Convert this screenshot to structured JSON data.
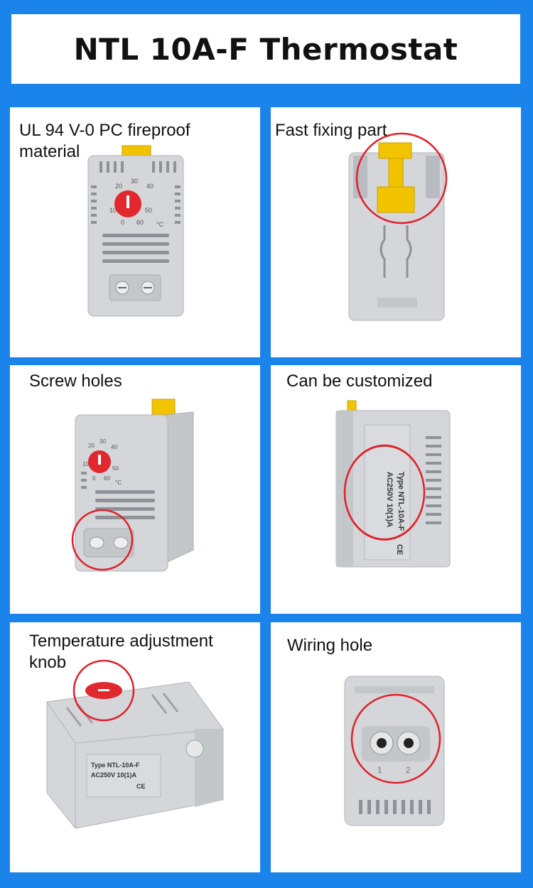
{
  "title": "NTL 10A-F Thermostat",
  "colors": {
    "background": "#1a84ea",
    "device_body": "#d4d6d9",
    "knob": "#e0282e",
    "clip": "#f2c400",
    "highlight_circle": "#e0202a"
  },
  "panels": [
    {
      "caption_line1": "UL 94 V-0 PC fireproof",
      "caption_line2": "material",
      "dial": {
        "t20": "20",
        "t30": "30",
        "t40": "40",
        "t10": "10",
        "t50": "50",
        "t0": "0",
        "t60": "60",
        "unit": "°C"
      }
    },
    {
      "caption_line1": "Fast fixing part"
    },
    {
      "caption_line1": "Screw holes",
      "dial": {
        "t20": "20",
        "t30": "30",
        "t40": "40",
        "t10": "10",
        "t50": "50",
        "t0": "0",
        "t60": "60",
        "unit": "°C"
      }
    },
    {
      "caption_line1": "Can be customized",
      "label_line1": "Type NTL-10A-F",
      "label_line2": "AC250V  10(1)A",
      "ce": "CE"
    },
    {
      "caption_line1": "Temperature adjustment",
      "caption_line2": "knob",
      "label_line1": "Type NTL-10A-F",
      "label_line2": "AC250V  10(1)A",
      "ce": "CE"
    },
    {
      "caption_line1": "Wiring hole",
      "hole_1": "1",
      "hole_2": "2"
    }
  ]
}
